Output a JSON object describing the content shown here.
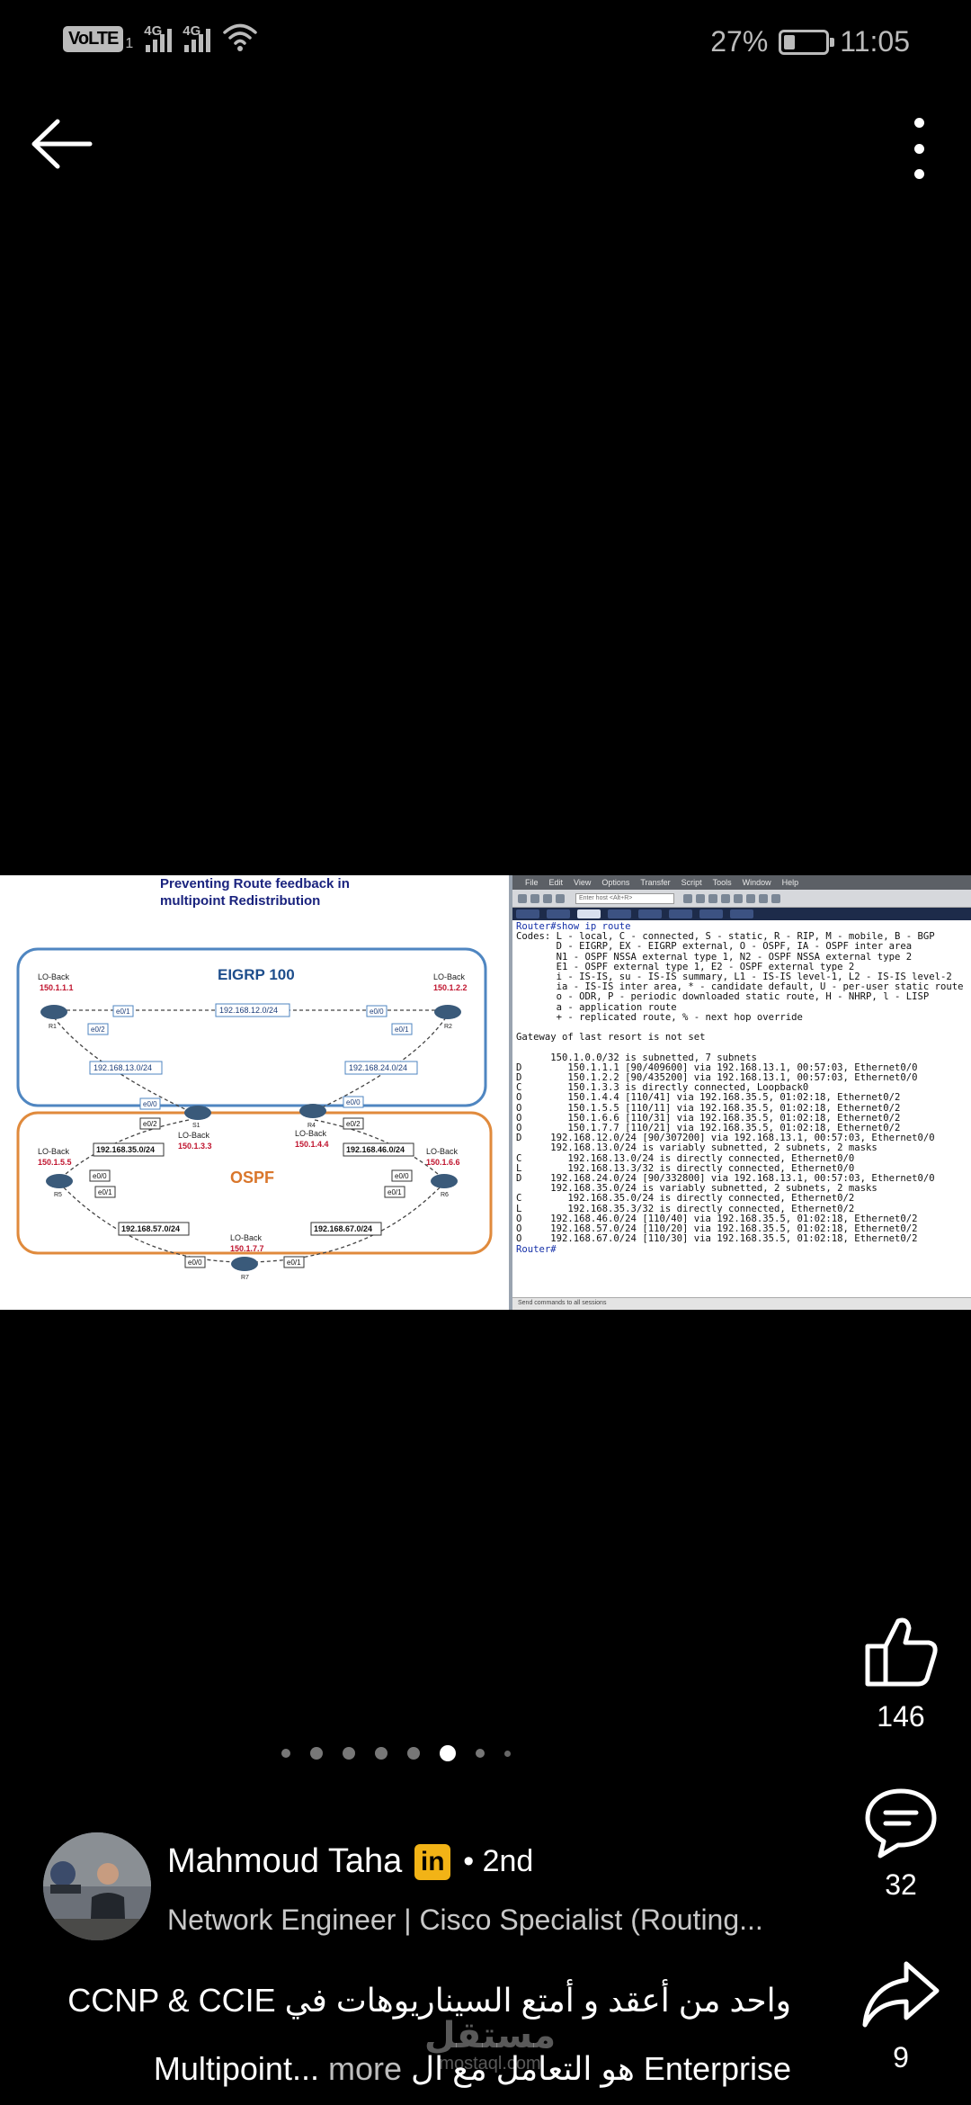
{
  "status_bar": {
    "carrier_badge": "VoLTE",
    "carrier_sub": "1",
    "network_1": "4G",
    "network_2": "4G",
    "battery_percent": "27%",
    "battery_level": 0.27,
    "time": "11:05"
  },
  "top_bar": {
    "back_icon": "arrow-left-icon",
    "more_icon": "more-vertical-icon"
  },
  "post_image": {
    "diagram": {
      "title_line1": "Preventing Route feedback in",
      "title_line2": "multipoint Redistribution",
      "eigrp_label": "EIGRP 100",
      "ospf_label": "OSPF",
      "lo_back": "LO-Back",
      "r1_ip": "150.1.1.1",
      "r2_ip": "150.1.2.2",
      "r3_ip": "150.1.3.3",
      "r4_ip": "150.1.4.4",
      "r5_ip": "150.1.5.5",
      "r6_ip": "150.1.6.6",
      "r7_ip": "150.1.7.7",
      "net_12": "192.168.12.0/24",
      "net_13": "192.168.13.0/24",
      "net_24": "192.168.24.0/24",
      "net_35": "192.168.35.0/24",
      "net_46": "192.168.46.0/24",
      "net_57": "192.168.57.0/24",
      "net_67": "192.168.67.0/24",
      "e00": "e0/0",
      "e01": "e0/1",
      "e02": "e0/2",
      "r1": "R1",
      "r2": "R2",
      "r3": "S1",
      "r4": "R4",
      "r5": "R5",
      "r6": "R6",
      "r7": "R7"
    },
    "terminal": {
      "menu": [
        "File",
        "Edit",
        "View",
        "Options",
        "Transfer",
        "Script",
        "Tools",
        "Window",
        "Help"
      ],
      "address_placeholder": "Enter host <Alt+R>",
      "lines": [
        "Router#show ip route",
        "Codes: L - local, C - connected, S - static, R - RIP, M - mobile, B - BGP",
        "       D - EIGRP, EX - EIGRP external, O - OSPF, IA - OSPF inter area",
        "       N1 - OSPF NSSA external type 1, N2 - OSPF NSSA external type 2",
        "       E1 - OSPF external type 1, E2 - OSPF external type 2",
        "       i - IS-IS, su - IS-IS summary, L1 - IS-IS level-1, L2 - IS-IS level-2",
        "       ia - IS-IS inter area, * - candidate default, U - per-user static route",
        "       o - ODR, P - periodic downloaded static route, H - NHRP, l - LISP",
        "       a - application route",
        "       + - replicated route, % - next hop override",
        "",
        "Gateway of last resort is not set",
        "",
        "      150.1.0.0/32 is subnetted, 7 subnets",
        "D        150.1.1.1 [90/409600] via 192.168.13.1, 00:57:03, Ethernet0/0",
        "D        150.1.2.2 [90/435200] via 192.168.13.1, 00:57:03, Ethernet0/0",
        "C        150.1.3.3 is directly connected, Loopback0",
        "O        150.1.4.4 [110/41] via 192.168.35.5, 01:02:18, Ethernet0/2",
        "O        150.1.5.5 [110/11] via 192.168.35.5, 01:02:18, Ethernet0/2",
        "O        150.1.6.6 [110/31] via 192.168.35.5, 01:02:18, Ethernet0/2",
        "O        150.1.7.7 [110/21] via 192.168.35.5, 01:02:18, Ethernet0/2",
        "D     192.168.12.0/24 [90/307200] via 192.168.13.1, 00:57:03, Ethernet0/0",
        "      192.168.13.0/24 is variably subnetted, 2 subnets, 2 masks",
        "C        192.168.13.0/24 is directly connected, Ethernet0/0",
        "L        192.168.13.3/32 is directly connected, Ethernet0/0",
        "D     192.168.24.0/24 [90/332800] via 192.168.13.1, 00:57:03, Ethernet0/0",
        "      192.168.35.0/24 is variably subnetted, 2 subnets, 2 masks",
        "C        192.168.35.0/24 is directly connected, Ethernet0/2",
        "L        192.168.35.3/32 is directly connected, Ethernet0/2",
        "O     192.168.46.0/24 [110/40] via 192.168.35.5, 01:02:18, Ethernet0/2",
        "O     192.168.57.0/24 [110/20] via 192.168.35.5, 01:02:18, Ethernet0/2",
        "O     192.168.67.0/24 [110/30] via 192.168.35.5, 01:02:18, Ethernet0/2",
        "Router#"
      ],
      "status": "Send commands to all sessions"
    }
  },
  "actions": {
    "like_icon": "thumbs-up-icon",
    "like_count": "146",
    "comment_icon": "comment-icon",
    "comment_count": "32",
    "share_icon": "share-icon",
    "share_count": "9"
  },
  "carousel": {
    "total": 8,
    "active_index": 5
  },
  "author": {
    "name": "Mahmoud Taha",
    "badge_icon": "linkedin-icon",
    "badge": "in",
    "connection": "• 2nd",
    "headline": "Network Engineer | Cisco Specialist (Routing..."
  },
  "caption": {
    "line1": "واحد من أعقد و أمتع السيناريوهات في CCNP & CCIE",
    "line2": "Enterprise هو التعامل مع ال Multipoint...",
    "more": "more"
  },
  "watermark": {
    "arabic": "مستقل",
    "latin": "mostaql.com"
  }
}
